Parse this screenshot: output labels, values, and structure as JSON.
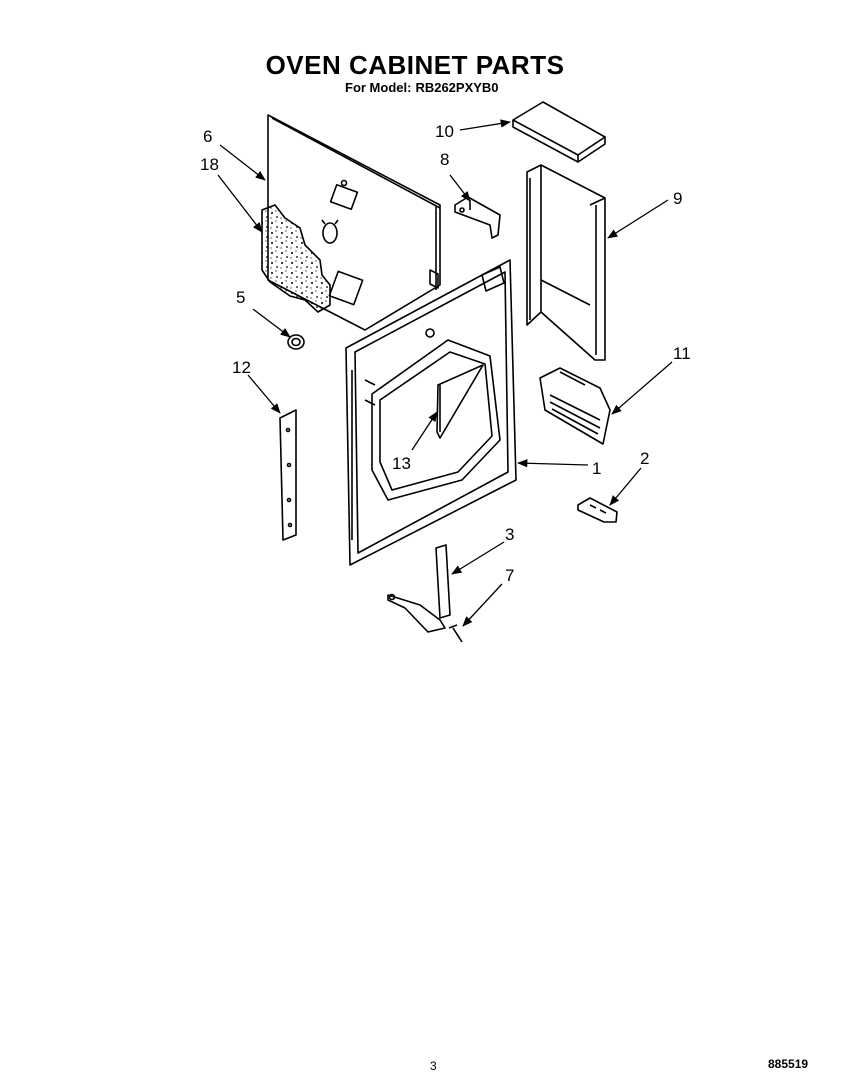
{
  "header": {
    "title": "OVEN CABINET PARTS",
    "model_prefix": "For Model:",
    "model_number": "RB262PXYB0"
  },
  "callouts": {
    "c1": "1",
    "c2": "2",
    "c3": "3",
    "c5": "5",
    "c6": "6",
    "c7": "7",
    "c8": "8",
    "c9": "9",
    "c10": "10",
    "c11": "11",
    "c12": "12",
    "c13": "13",
    "c18": "18"
  },
  "footer": {
    "page_number": "3",
    "document_number": "885519"
  }
}
